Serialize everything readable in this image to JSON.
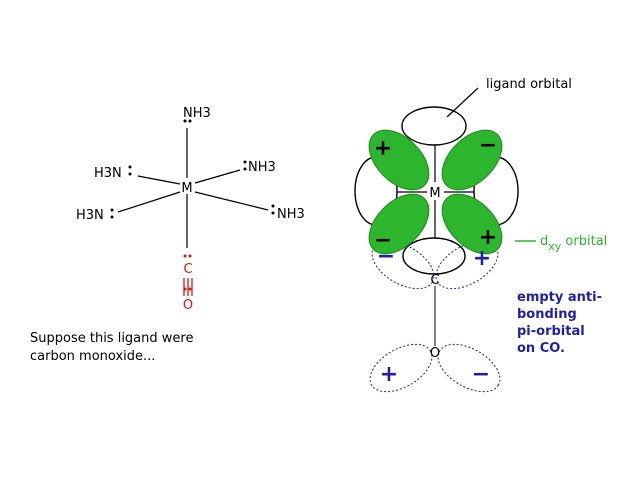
{
  "colors": {
    "co": "#e01010",
    "orbital_green": "#2db52d",
    "pi_blue": "#1f1fa8",
    "line": "#000000"
  },
  "left": {
    "center": "M",
    "ligand_top": "NH3",
    "ligand_upper_left": "H3N",
    "ligand_upper_right": "NH3",
    "ligand_lower_left": "H3N",
    "ligand_lower_right": "NH3",
    "co_c": "C",
    "co_o": "O",
    "caption_line1": "Suppose this ligand were",
    "caption_line2": "carbon monoxide..."
  },
  "right": {
    "center": "M",
    "carbon": "C",
    "oxygen": "O",
    "ligand_orbital_label": "ligand orbital",
    "dxy_label_main": "d",
    "dxy_label_sub": "xy",
    "dxy_label_rest": " orbital",
    "pi_label_line1": "empty anti-",
    "pi_label_line2": "bonding",
    "pi_label_line3": "pi-orbital",
    "pi_label_line4": "on CO.",
    "sign_plus": "+",
    "sign_minus": "−"
  }
}
